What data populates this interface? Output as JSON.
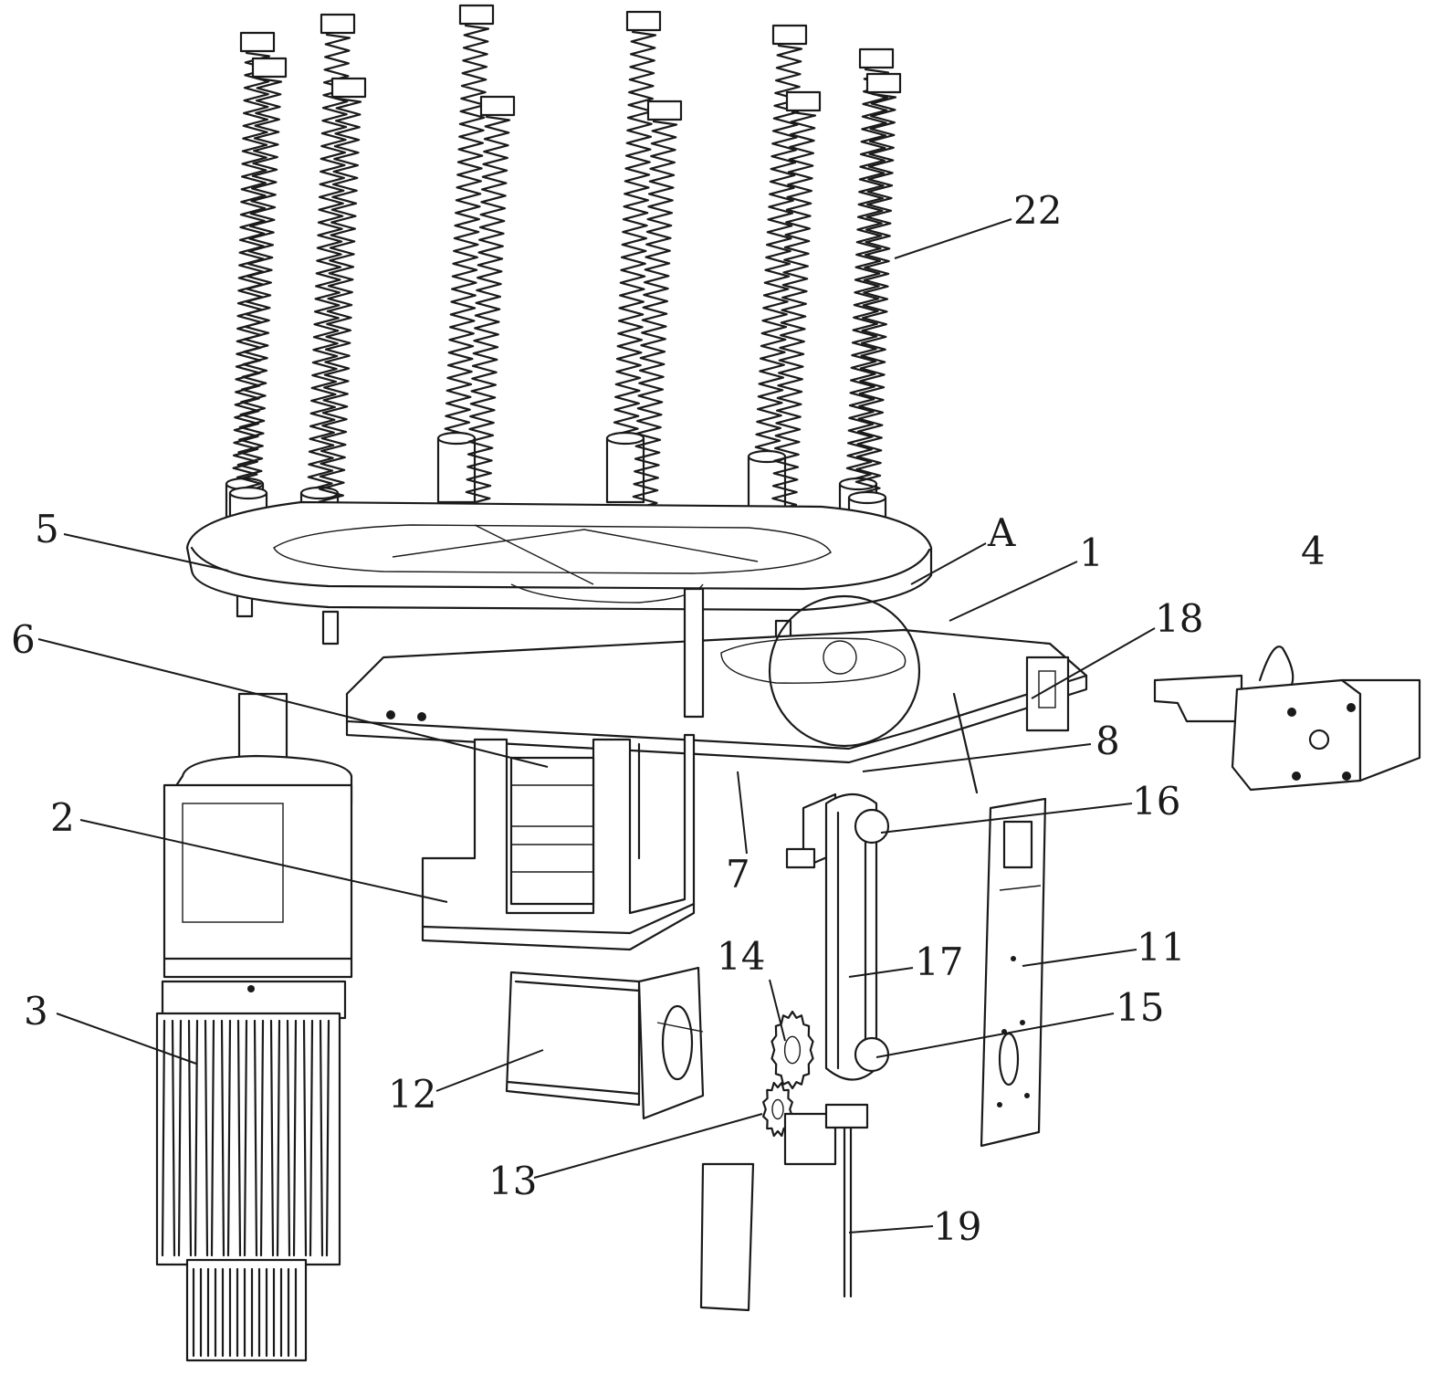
{
  "callouts": [
    {
      "id": "c22",
      "text": "22"
    },
    {
      "id": "c5",
      "text": "5"
    },
    {
      "id": "cA",
      "text": "A"
    },
    {
      "id": "c1",
      "text": "1"
    },
    {
      "id": "c4",
      "text": "4"
    },
    {
      "id": "c18",
      "text": "18"
    },
    {
      "id": "c6",
      "text": "6"
    },
    {
      "id": "c8",
      "text": "8"
    },
    {
      "id": "c16",
      "text": "16"
    },
    {
      "id": "c2",
      "text": "2"
    },
    {
      "id": "c7",
      "text": "7"
    },
    {
      "id": "c14",
      "text": "14"
    },
    {
      "id": "c17",
      "text": "17"
    },
    {
      "id": "c11",
      "text": "11"
    },
    {
      "id": "c3",
      "text": "3"
    },
    {
      "id": "c15",
      "text": "15"
    },
    {
      "id": "c12",
      "text": "12"
    },
    {
      "id": "c13",
      "text": "13"
    },
    {
      "id": "c19",
      "text": "19"
    }
  ],
  "parts": {
    "springs": "compression-spring",
    "turntable": "turntable-plate",
    "motor": "drive-motor",
    "reducer": "gear-reducer",
    "stepper": "stepper-motor",
    "gripper": "gripper-assembly"
  }
}
